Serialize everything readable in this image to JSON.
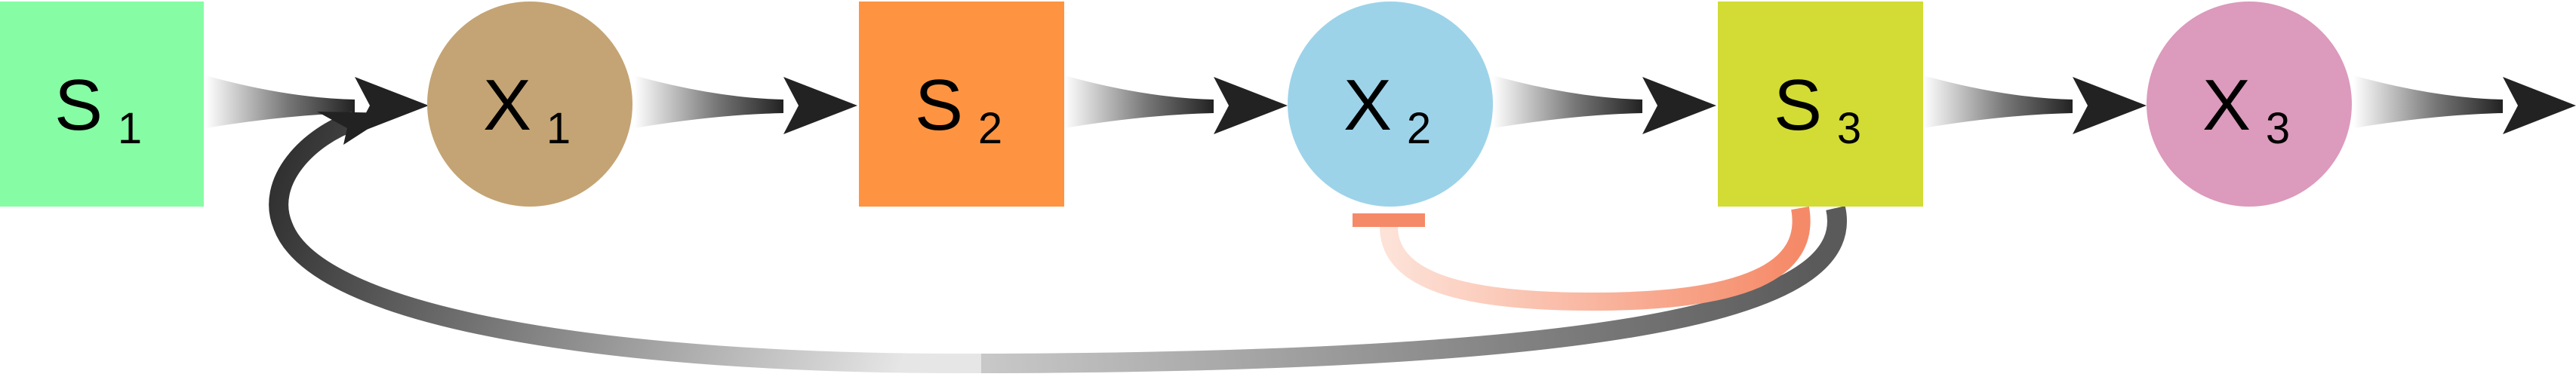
{
  "nodes": [
    {
      "id": "s1",
      "shape": "square",
      "letter": "S",
      "sub": "1",
      "color": "#86fda4"
    },
    {
      "id": "x1",
      "shape": "circle",
      "letter": "X",
      "sub": "1",
      "color": "#c4a474"
    },
    {
      "id": "s2",
      "shape": "square",
      "letter": "S",
      "sub": "2",
      "color": "#fe9441"
    },
    {
      "id": "x2",
      "shape": "circle",
      "letter": "X",
      "sub": "2",
      "color": "#9dd3e9"
    },
    {
      "id": "s3",
      "shape": "square",
      "letter": "S",
      "sub": "3",
      "color": "#d2dc34"
    },
    {
      "id": "x3",
      "shape": "circle",
      "letter": "X",
      "sub": "3",
      "color": "#dc9abc"
    }
  ],
  "edges": {
    "activation_color": "#222222",
    "inhibition_color": "#f58a68",
    "feedback": [
      {
        "from": "s3",
        "to": "x1",
        "type": "activation"
      },
      {
        "from": "s3",
        "to": "x2",
        "type": "inhibition"
      }
    ]
  }
}
